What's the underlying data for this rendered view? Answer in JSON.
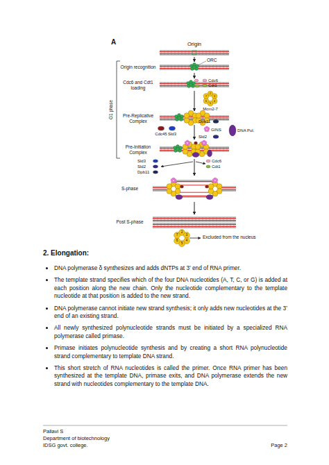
{
  "diagram": {
    "title": "2. Elongation:",
    "nodes": [
      {
        "text": [
          "Origin"
        ]
      },
      {
        "text": [
          "Origin recognition"
        ]
      },
      {
        "text": [
          "Cdc6 and Cdt1 loading"
        ]
      },
      {
        "text": [
          "Pre-Replicative Complex"
        ]
      },
      {
        "text": [
          "Pre-Initiation Complex"
        ]
      },
      {
        "text": [
          "S-phase"
        ]
      },
      {
        "text": [
          "Post S-phase"
        ]
      }
    ],
    "edges": [
      {
        "from": 0,
        "to": 1,
        "arrow": "to"
      },
      {
        "from": 1,
        "to": 2,
        "arrow": "to"
      },
      {
        "from": 2,
        "to": 3,
        "arrow": "to"
      },
      {
        "from": 3,
        "to": 4,
        "arrow": "to"
      },
      {
        "from": 4,
        "to": 5,
        "arrow": "to"
      },
      {
        "from": 5,
        "to": 6,
        "arrow": "to"
      }
    ],
    "labels": [
      "A",
      "ORC",
      "Cdc6",
      "Cdt1",
      "Mcm2-7",
      "2",
      "3",
      "4",
      "5",
      "6",
      "7",
      "Cdc45",
      "Sld3",
      "Dpb11",
      "GINS",
      "Sld2",
      "DNA Pol.",
      "G1 phase",
      "Sld3",
      "Sld2",
      "Dpb11",
      "Cdc6",
      "Cdt1",
      "2",
      "3",
      "4",
      "5",
      "6",
      "7",
      "Excluded from the nucleus",
      "DNA polymerase δ synthesizes and adds dNTPs at 3’ end of RNA primer.",
      "The template strand specifies which of the four DNA nucleotides (A, T, C, or G) is added at each position along the new chain. Only the nucleotide complementary to the template nucleotide at that position is added to the new strand.",
      "DNA polymerase cannot initiate new strand synthesis; it only adds new nucleotides at the 3’ end of an existing strand.",
      "All newly synthesized polynucleotide strands must be initiated by a specialized RNA polymerase called primase.",
      "Primase initiates polynucleotide synthesis and by creating a short RNA polynucleotide strand complementary to template DNA strand.",
      "This short stretch of RNA nucleotides is called the primer. Once RNA primer has been synthesized at the template DNA, primase exits, and DNA polymerase extends the new strand with nucleotides complementary to the template DNA.",
      "Pallavi S",
      "Department of biotechnology",
      "IDSG govt. college.",
      "Page 2"
    ]
  }
}
